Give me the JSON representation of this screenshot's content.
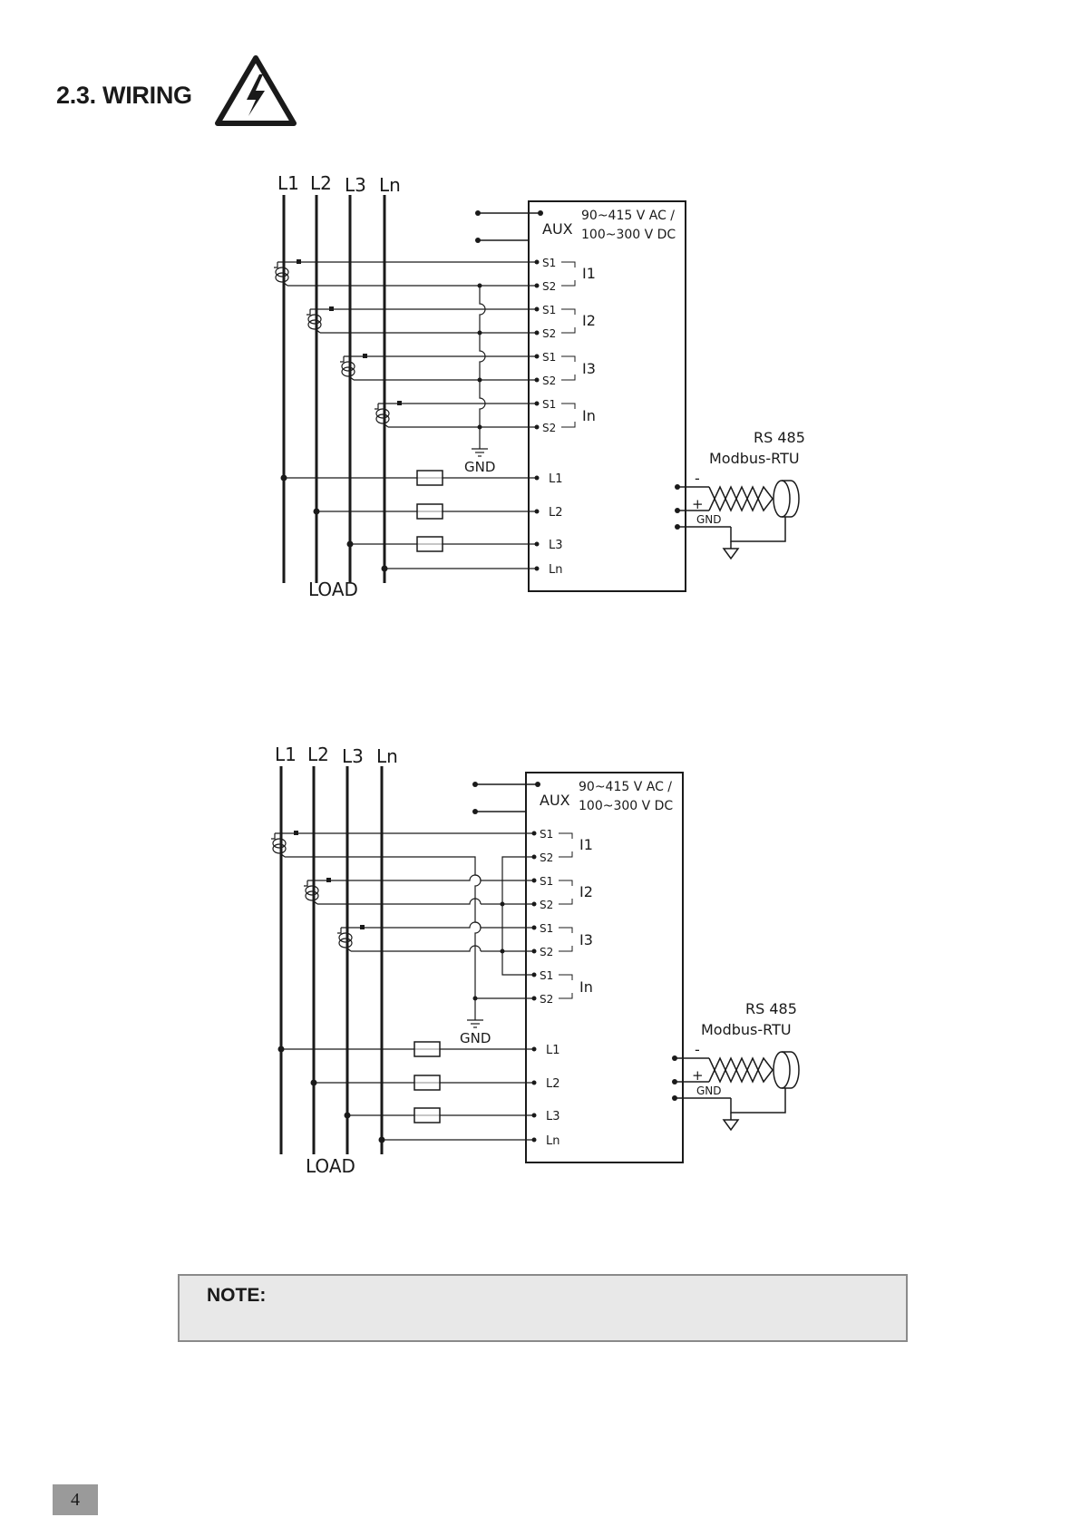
{
  "section": {
    "heading": "2.3. WIRING",
    "hazard_icon": "high-voltage-warning-icon"
  },
  "diagrams": [
    {
      "lines": [
        "L1",
        "L2",
        "L3",
        "Ln"
      ],
      "aux_label": "AUX",
      "aux_spec_1": "90~415 V AC /",
      "aux_spec_2": "100~300 V DC",
      "channels": [
        {
          "s1": "S1",
          "s2": "S2",
          "label": "I1"
        },
        {
          "s1": "S1",
          "s2": "S2",
          "label": "I2"
        },
        {
          "s1": "S1",
          "s2": "S2",
          "label": "I3"
        },
        {
          "s1": "S1",
          "s2": "S2",
          "label": "In"
        }
      ],
      "gnd_label": "GND",
      "voltage_inputs": [
        "L1",
        "L2",
        "L3",
        "Ln"
      ],
      "rs485_title": "RS 485",
      "rs485_protocol": "Modbus-RTU",
      "rs485_minus": "-",
      "rs485_plus": "+",
      "rs485_gnd": "GND",
      "load_label": "LOAD"
    },
    {
      "lines": [
        "L1",
        "L2",
        "L3",
        "Ln"
      ],
      "aux_label": "AUX",
      "aux_spec_1": "90~415 V AC /",
      "aux_spec_2": "100~300 V DC",
      "channels": [
        {
          "s1": "S1",
          "s2": "S2",
          "label": "I1"
        },
        {
          "s1": "S1",
          "s2": "S2",
          "label": "I2"
        },
        {
          "s1": "S1",
          "s2": "S2",
          "label": "I3"
        },
        {
          "s1": "S1",
          "s2": "S2",
          "label": "In"
        }
      ],
      "gnd_label": "GND",
      "voltage_inputs": [
        "L1",
        "L2",
        "L3",
        "Ln"
      ],
      "rs485_title": "RS 485",
      "rs485_protocol": "Modbus-RTU",
      "rs485_minus": "-",
      "rs485_plus": "+",
      "rs485_gnd": "GND",
      "load_label": "LOAD"
    }
  ],
  "note": {
    "title": "NOTE:"
  },
  "footer": {
    "page_number": "4"
  }
}
